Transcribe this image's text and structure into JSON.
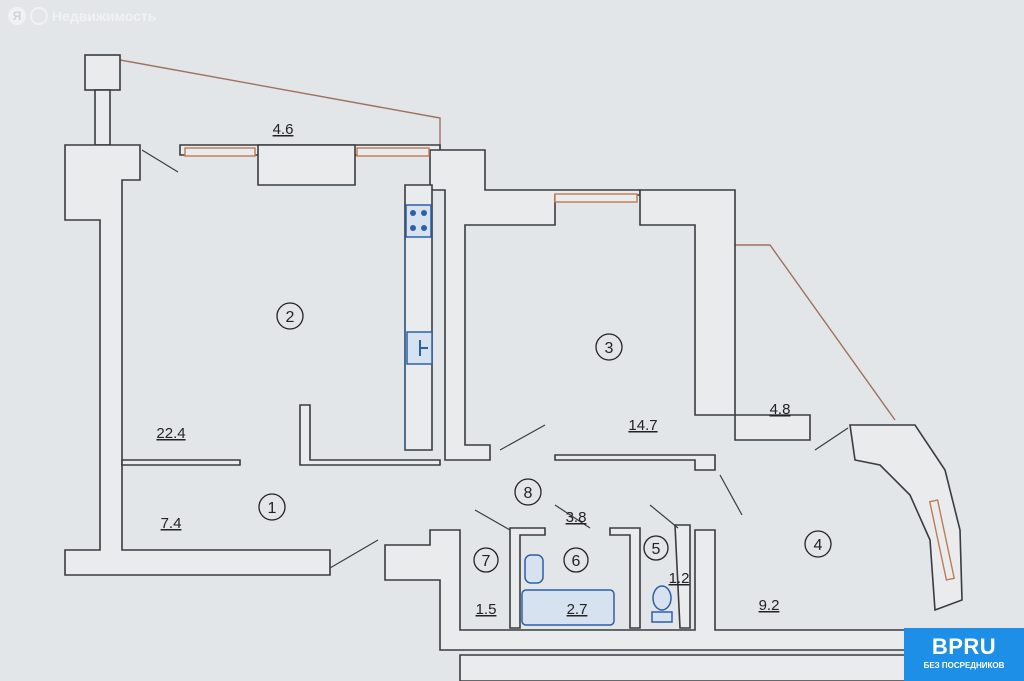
{
  "watermark": {
    "logo_letter": "Я",
    "text": "Недвижимость"
  },
  "badge": {
    "brand": "BPRU",
    "subtitle": "БЕЗ ПОСРЕДНИКОВ"
  },
  "rooms": [
    {
      "number": "1",
      "area": "7.4"
    },
    {
      "number": "2",
      "area": "22.4"
    },
    {
      "number": "3",
      "area": "14.7"
    },
    {
      "number": "4",
      "area": "9.2"
    },
    {
      "number": "5",
      "area": "1.2"
    },
    {
      "number": "6",
      "area": "2.7"
    },
    {
      "number": "7",
      "area": "1.5"
    },
    {
      "number": "8",
      "area": "3.8"
    }
  ],
  "balconies": [
    {
      "area": "4.6"
    },
    {
      "area": "4.8"
    }
  ]
}
